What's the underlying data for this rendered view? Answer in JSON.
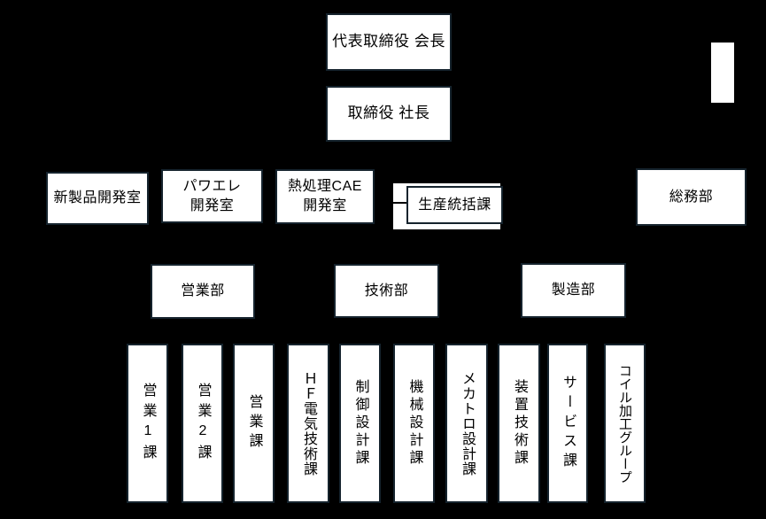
{
  "colors": {
    "background": "#000000",
    "box_fill": "#ffffff",
    "box_border": "#15232d",
    "text": "#000000"
  },
  "org": {
    "level1": {
      "label": "代表取締役 会長"
    },
    "level2": {
      "label": "取締役 社長"
    },
    "level3": [
      {
        "label": "新製品開発室"
      },
      {
        "label": "パワエレ\n開発室"
      },
      {
        "label": "熱処理CAE\n開発室"
      },
      {
        "label": "生産統括課"
      },
      {
        "label": "総務部"
      }
    ],
    "level4": [
      {
        "label": "営業部"
      },
      {
        "label": "技術部"
      },
      {
        "label": "製造部"
      }
    ],
    "level5": [
      {
        "label": "営業1課"
      },
      {
        "label": "営業2課"
      },
      {
        "label": "営業課"
      },
      {
        "label": "ＨＦ電気技術課"
      },
      {
        "label": "制御設計課"
      },
      {
        "label": "機械設計課"
      },
      {
        "label": "メカトロ設計課"
      },
      {
        "label": "装置技術課"
      },
      {
        "label": "サービス課"
      },
      {
        "label": "コイル加工グループ"
      }
    ]
  }
}
